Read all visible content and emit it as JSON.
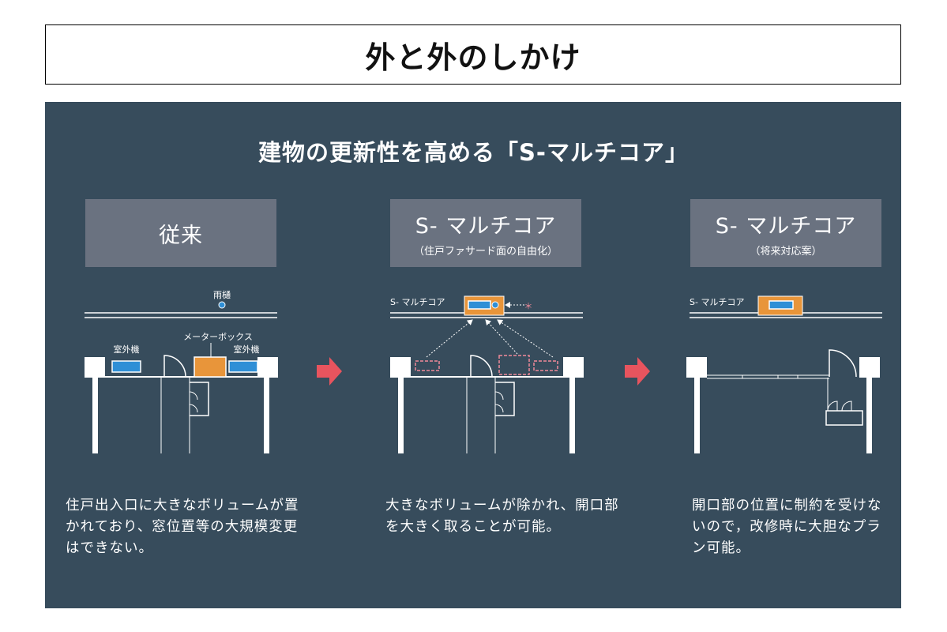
{
  "page_title": "外と外のしかけ",
  "subtitle": "建物の更新性を高める「S-マルチコア」",
  "columns": [
    {
      "header": "従来",
      "header_sub": "",
      "description": "住戸出入口に大きなボリュームが置かれており、窓位置等の大規模変更はできない。"
    },
    {
      "header": "S- マルチコア",
      "header_sub": "（住戸ファサード面の自由化）",
      "description": "大きなボリュームが除かれ、開口部を大きく取ることが可能。"
    },
    {
      "header": "S- マルチコア",
      "header_sub": "（将来対応案）",
      "description": "開口部の位置に制約を受けないので，改修時に大胆なプラン可能。"
    }
  ],
  "labels": {
    "rain_gutter": "雨樋",
    "meter_box": "メーターボックス",
    "ac_left": "室外機",
    "ac_right": "室外機",
    "s_multicore_2": "S- マルチコア",
    "s_multicore_3": "S- マルチコア",
    "asterisk": "＊"
  },
  "colors": {
    "panel": "#374c5c",
    "header_box": "#6a7280",
    "orange": "#e8953a",
    "blue": "#2f8fd6",
    "pink": "#f08a9a",
    "arrow": "#e8545e"
  }
}
